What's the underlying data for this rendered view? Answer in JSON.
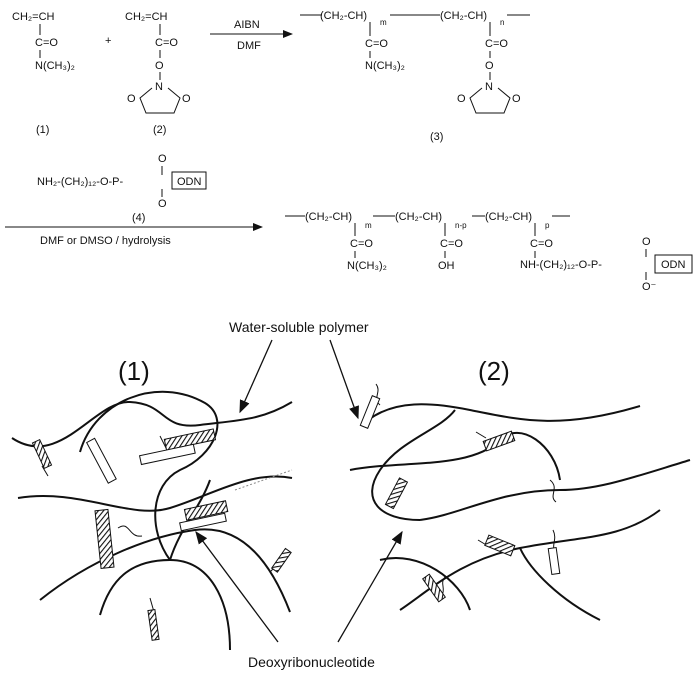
{
  "scheme": {
    "reactant1": {
      "number": "(1)",
      "vinyl": "CH₂=CH",
      "carbonyl": "C=O",
      "amine": "N(CH₃)₂"
    },
    "plus": "+",
    "reactant2": {
      "number": "(2)",
      "vinyl": "CH₂=CH",
      "carbonyl": "C=O",
      "oxygen": "O",
      "ring_nitrogen": "N",
      "ring_o1": "O",
      "ring_o2": "O"
    },
    "arrow1": {
      "top": "AIBN",
      "bottom": "DMF"
    },
    "product3": {
      "number": "(3)",
      "block_m": "(CH₂-CH)",
      "m": "m",
      "block_n": "(CH₂-CH)",
      "n": "n",
      "carbonyl_a": "C=O",
      "amine": "N(CH₃)₂",
      "carbonyl_b": "C=O",
      "oxygen": "O",
      "ring_nitrogen": "N",
      "ring_o1": "O",
      "ring_o2": "O"
    },
    "reagent4": {
      "number": "(4)",
      "formula": "NH₂-(CH₂)₁₂-O-P-",
      "o_top": "O",
      "o_bottom": "O",
      "odn": "ODN"
    },
    "arrow2": {
      "bottom": "DMF or DMSO / hydrolysis"
    },
    "final": {
      "block_m": "(CH₂-CH)",
      "m": "m",
      "block_np": "(CH₂-CH)",
      "np": "n-p",
      "block_p": "(CH₂-CH)",
      "p": "p",
      "carbonyl_a": "C=O",
      "amine": "N(CH₃)₂",
      "carbonyl_b": "C=O",
      "hydroxyl": "OH",
      "carbonyl_c": "C=O",
      "linker": "NH-(CH₂)₁₂-O-P-",
      "o_top": "O",
      "o_bottom": "O⁻",
      "odn": "ODN"
    }
  },
  "illustration": {
    "panel1_label": "(1)",
    "panel2_label": "(2)",
    "top_caption": "Water-soluble polymer",
    "bottom_caption": "Deoxyribonucleotide"
  }
}
